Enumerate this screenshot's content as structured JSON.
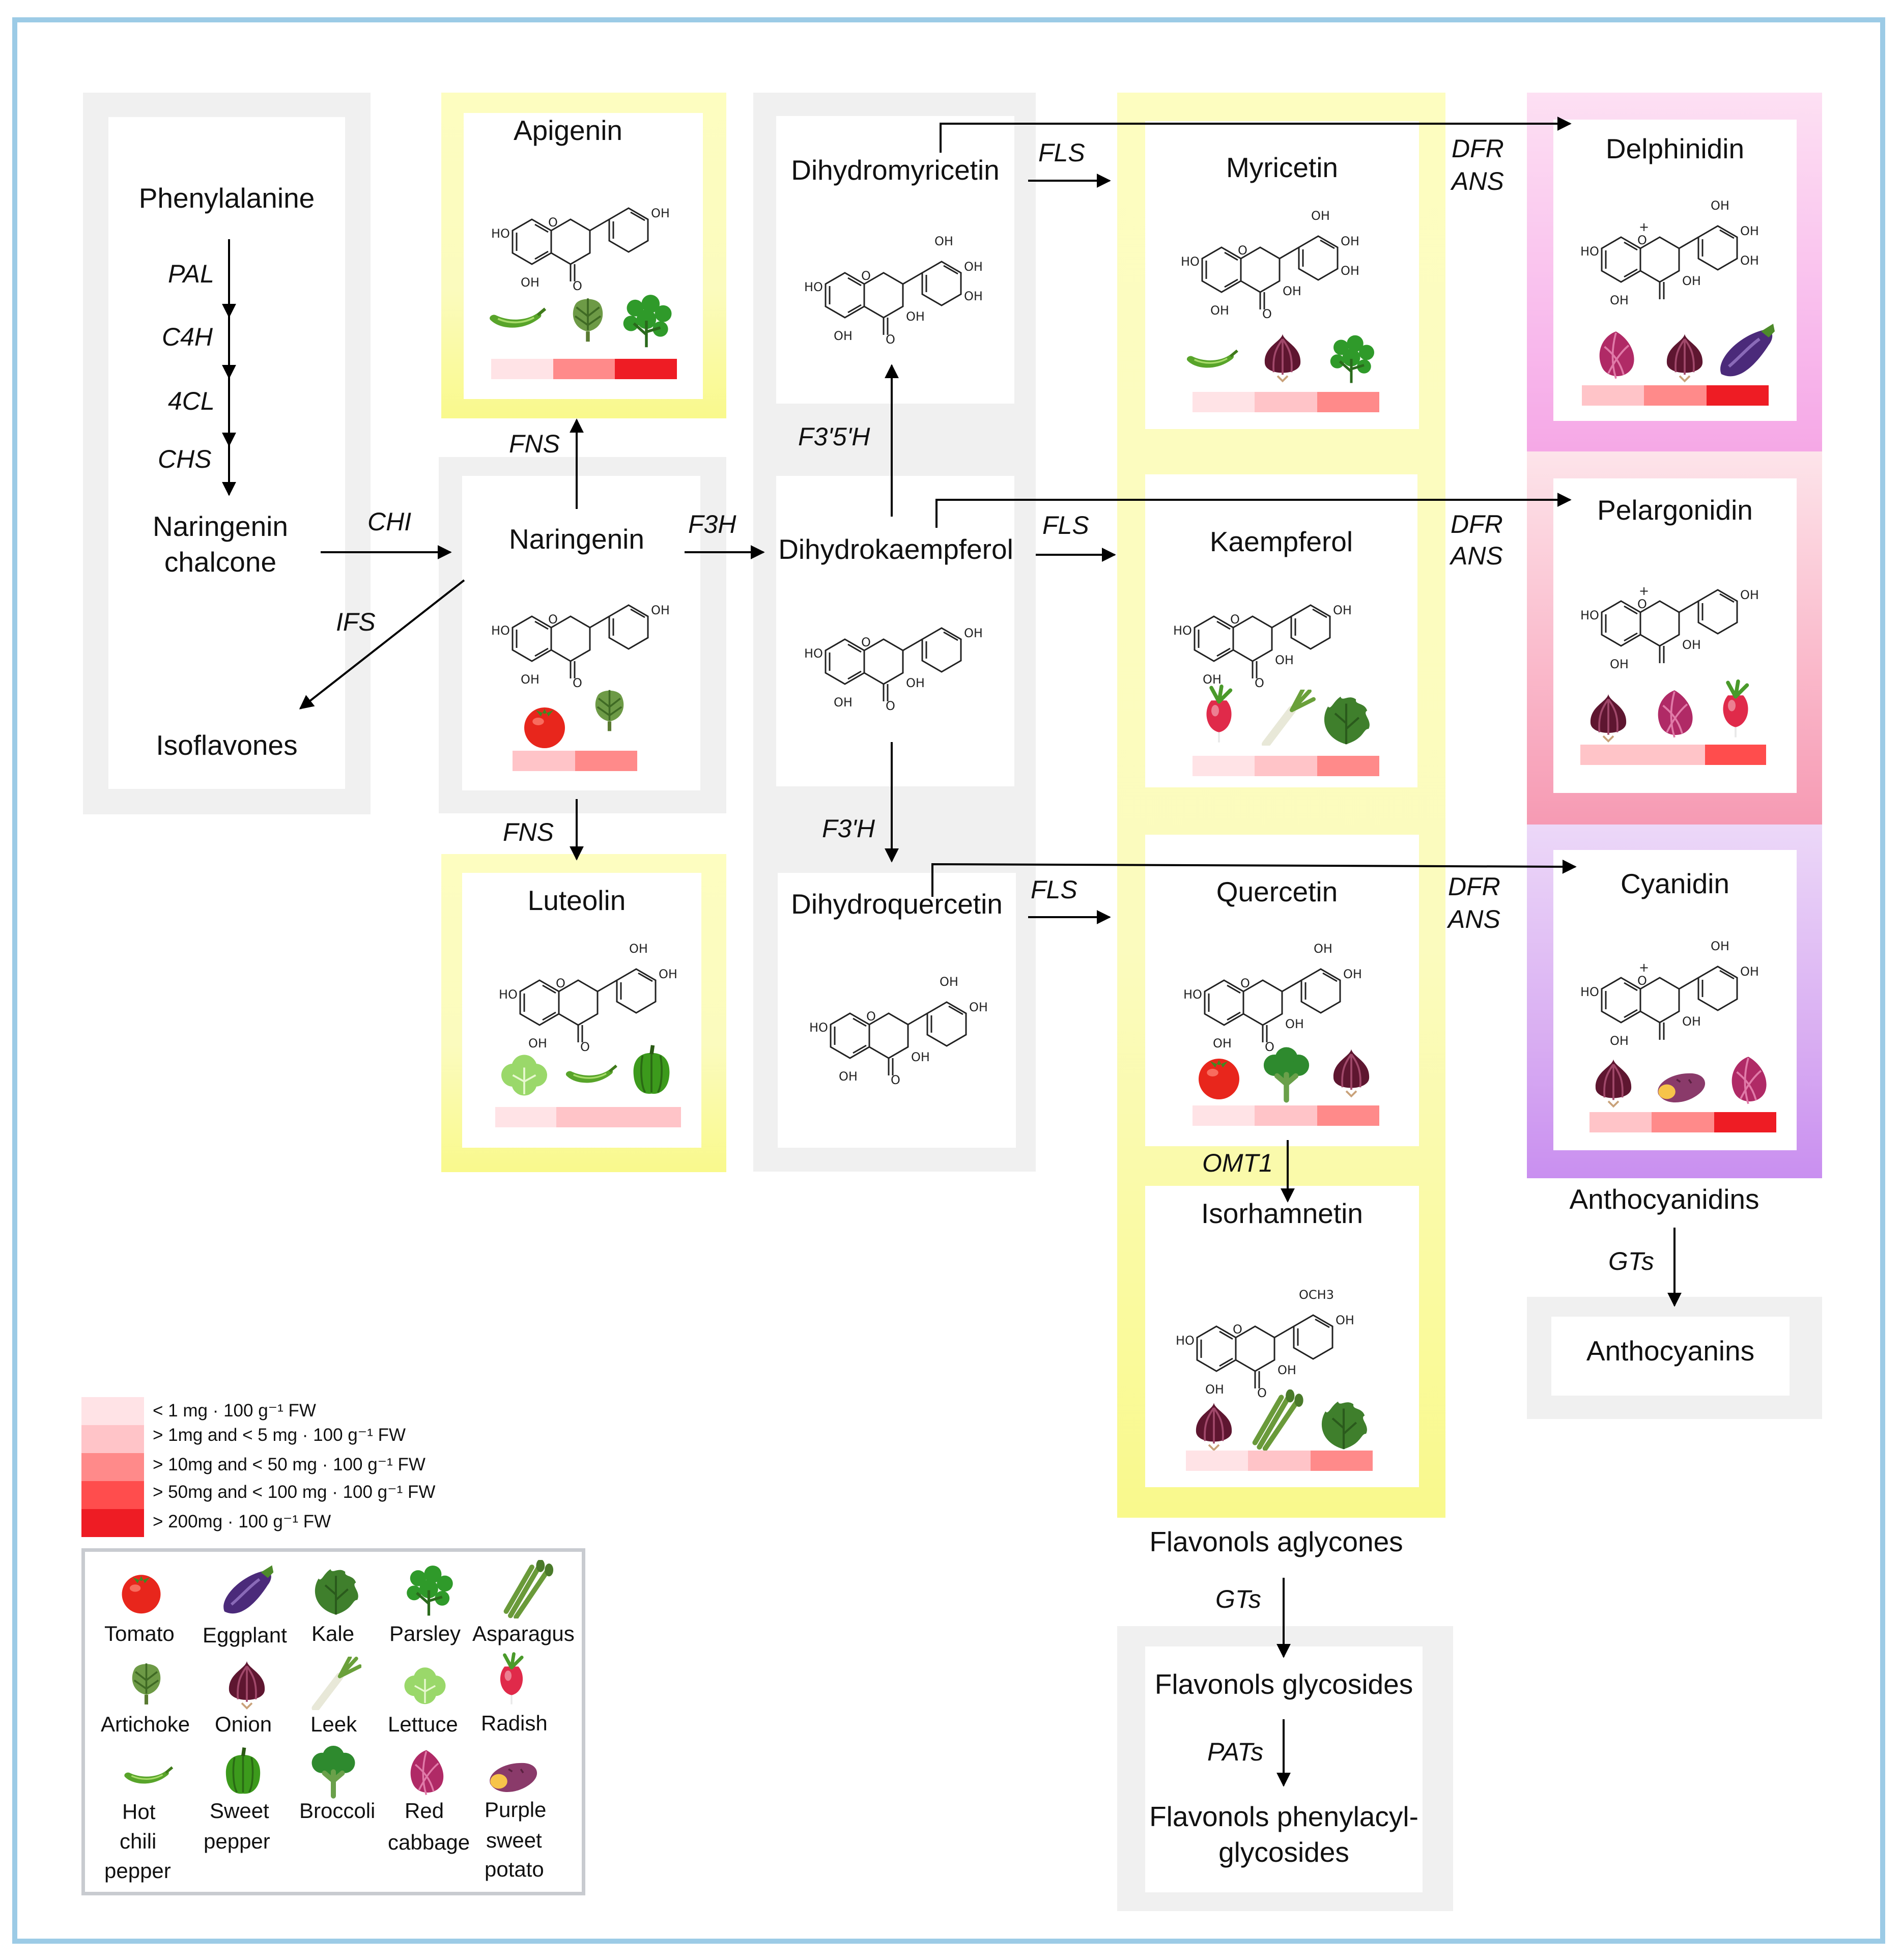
{
  "nodes": {
    "phenylalanine": "Phenylalanine",
    "naringenin_chalcone_1": "Naringenin",
    "naringenin_chalcone_2": "chalcone",
    "isoflavones": "Isoflavones",
    "apigenin": "Apigenin",
    "naringenin": "Naringenin",
    "luteolin": "Luteolin",
    "dihydromyricetin": "Dihydromyricetin",
    "dihydrokaempferol": "Dihydrokaempferol",
    "dihydroquercetin": "Dihydroquercetin",
    "myricetin": "Myricetin",
    "kaempferol": "Kaempferol",
    "quercetin": "Quercetin",
    "isorhamnetin": "Isorhamnetin",
    "delphinidin": "Delphinidin",
    "pelargonidin": "Pelargonidin",
    "cyanidin": "Cyanidin",
    "anthocyanidins": "Anthocyanidins",
    "anthocyanins": "Anthocyanins",
    "flavonols_aglycones": "Flavonols aglycones",
    "flavonols_glycosides": "Flavonols glycosides",
    "flavonols_phenylacyl_1": "Flavonols phenylacyl-",
    "flavonols_phenylacyl_2": "glycosides"
  },
  "enzymes": {
    "pal": "PAL",
    "c4h": "C4H",
    "cl4": "4CL",
    "chs": "CHS",
    "chi": "CHI",
    "ifs": "IFS",
    "fns_up": "FNS",
    "fns_down": "FNS",
    "f3h": "F3H",
    "f35h": "F3'5'H",
    "f3ph": "F3'H",
    "fls1": "FLS",
    "fls2": "FLS",
    "fls3": "FLS",
    "dfr1": "DFR",
    "ans1": "ANS",
    "dfr2": "DFR",
    "ans2": "ANS",
    "dfr3": "DFR",
    "ans3": "ANS",
    "omt1": "OMT1",
    "gts1": "GTs",
    "gts2": "GTs",
    "pats": "PATs"
  },
  "mol": {
    "oh": "OH",
    "ho": "HO",
    "o": "O",
    "och3": "OCH3",
    "plus": "+"
  },
  "legend": {
    "levels": [
      "< 1 mg · 100 g⁻¹ FW",
      "> 1mg  and < 5 mg · 100 g⁻¹ FW",
      "> 10mg  and < 50 mg · 100 g⁻¹ FW",
      "> 50mg  and < 100 mg · 100 g⁻¹ FW",
      "> 200mg · 100 g⁻¹ FW"
    ],
    "colors": [
      "#ffe3e6",
      "#ffc4c8",
      "#ff8a8a",
      "#ff4d4d",
      "#ee1c24"
    ],
    "vegetables": {
      "tomato": "Tomato",
      "eggplant": "Eggplant",
      "kale": "Kale",
      "parsley": "Parsley",
      "asparagus": "Asparagus",
      "artichoke": "Artichoke",
      "onion": "Onion",
      "leek": "Leek",
      "lettuce": "Lettuce",
      "radish": "Radish",
      "hot_chili_1": "Hot",
      "hot_chili_2": "chili",
      "hot_chili_3": "pepper",
      "sweet_pepper_1": "Sweet",
      "sweet_pepper_2": "pepper",
      "broccoli": "Broccoli",
      "red_cabbage_1": "Red",
      "red_cabbage_2": "cabbage",
      "purple_sweet_potato_1": "Purple",
      "purple_sweet_potato_2": "sweet",
      "purple_sweet_potato_3": "potato"
    }
  }
}
